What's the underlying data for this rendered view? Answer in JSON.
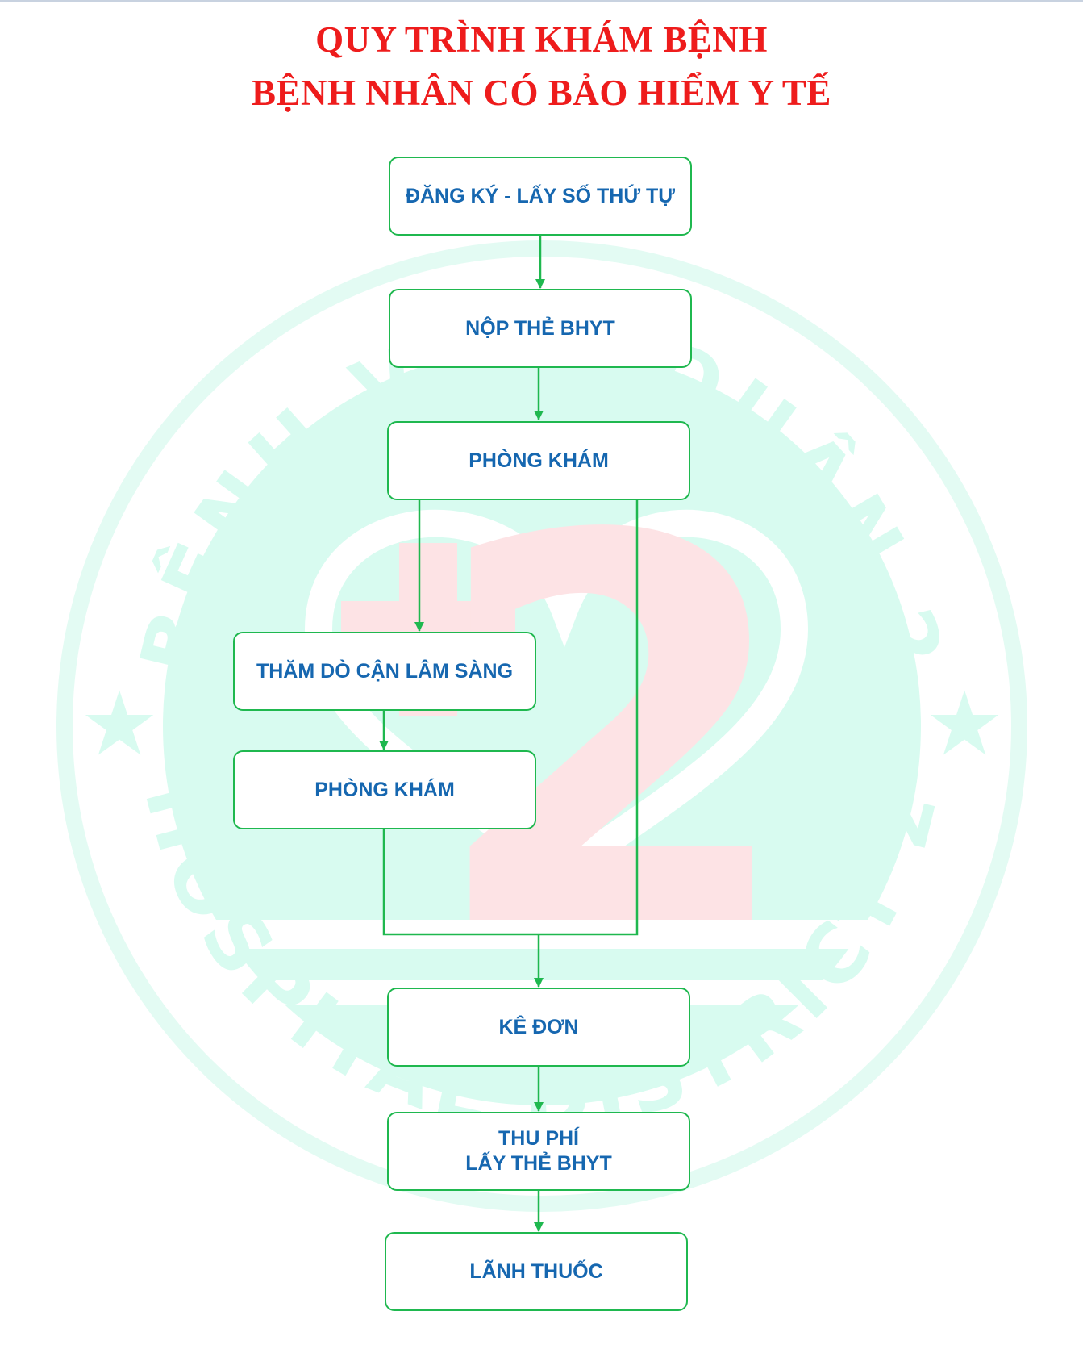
{
  "title": {
    "line1": "QUY TRÌNH KHÁM BỆNH",
    "line2": "BỆNH NHÂN CÓ BẢO HIỂM Y TẾ"
  },
  "watermark": {
    "text_top": "BỆNH VIỆN QUẬN 2",
    "text_bottom": "HOSPITAL DISTRICT 2",
    "numeral": "2",
    "colors": {
      "green": "#d8fbf0",
      "pink": "#fde3e5",
      "ring": "#e3fbf3"
    }
  },
  "colors": {
    "title": "#ee1c1c",
    "box_text": "#1667b0",
    "border": "#1fb84f"
  },
  "steps": [
    {
      "id": "register",
      "lines": [
        "ĐĂNG KÝ - LẤY SỐ THỨ TỰ"
      ]
    },
    {
      "id": "submit-card",
      "lines": [
        "NỘP THẺ BHYT"
      ]
    },
    {
      "id": "clinic-1",
      "lines": [
        "PHÒNG KHÁM"
      ]
    },
    {
      "id": "paraclinical",
      "lines": [
        "THĂM DÒ CẬN LÂM SÀNG"
      ]
    },
    {
      "id": "clinic-2",
      "lines": [
        "PHÒNG KHÁM"
      ]
    },
    {
      "id": "prescribe",
      "lines": [
        "KÊ ĐƠN"
      ]
    },
    {
      "id": "payment",
      "lines": [
        "THU PHÍ",
        "LẤY THẺ BHYT"
      ]
    },
    {
      "id": "medicine",
      "lines": [
        "LÃNH THUỐC"
      ]
    }
  ]
}
